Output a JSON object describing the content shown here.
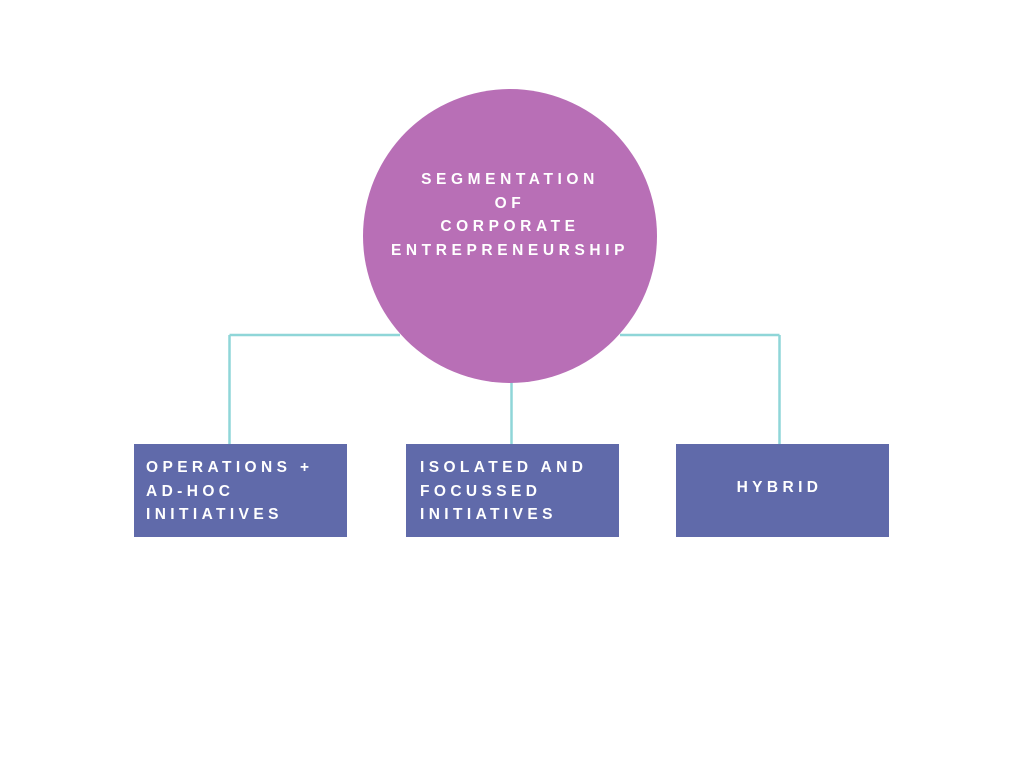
{
  "colors": {
    "root_fill": "#b86fb6",
    "box_fill": "#606aaa",
    "connector": "#8fd6d8",
    "text": "#ffffff"
  },
  "root": {
    "lines": [
      "SEGMENTATION",
      "OF",
      "CORPORATE",
      "ENTREPRENEURSHIP"
    ]
  },
  "children": [
    {
      "lines": [
        "OPERATIONS +",
        "AD-HOC",
        "INITIATIVES"
      ]
    },
    {
      "lines": [
        "ISOLATED AND",
        "FOCUSSED",
        "INITIATIVES"
      ]
    },
    {
      "lines": [
        "HYBRID"
      ]
    }
  ]
}
